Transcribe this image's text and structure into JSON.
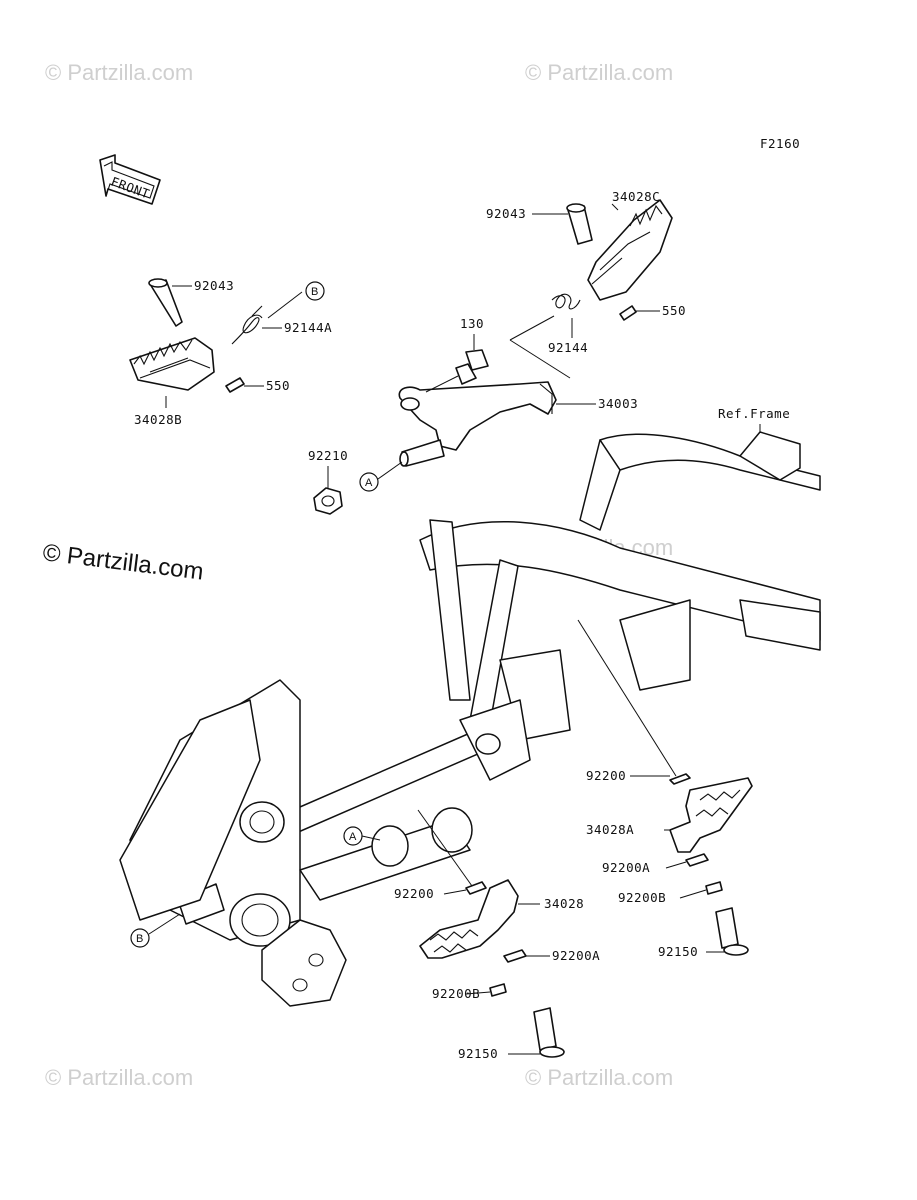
{
  "diagram_code": "F2160",
  "front_arrow": {
    "label": "FRONT",
    "icon": "front-direction-arrow-icon"
  },
  "reference": {
    "label": "Ref.Frame"
  },
  "watermarks": {
    "small": "© Partzilla.com",
    "large": "© Partzilla.com"
  },
  "callouts": {
    "a": "A",
    "b": "B"
  },
  "parts": {
    "p92043_left": "92043",
    "p92144A": "92144A",
    "p550_left": "550",
    "p34028B": "34028B",
    "p92043_right": "92043",
    "p34028C": "34028C",
    "p550_right": "550",
    "p92144": "92144",
    "p130": "130",
    "p34003": "34003",
    "p92210": "92210",
    "p92200_right": "92200",
    "p34028A": "34028A",
    "p92200A_right": "92200A",
    "p92200B_right": "92200B",
    "p92150_right": "92150",
    "p92200_left": "92200",
    "p34028": "34028",
    "p92200A_left": "92200A",
    "p92200B_left": "92200B",
    "p92150_left": "92150"
  }
}
